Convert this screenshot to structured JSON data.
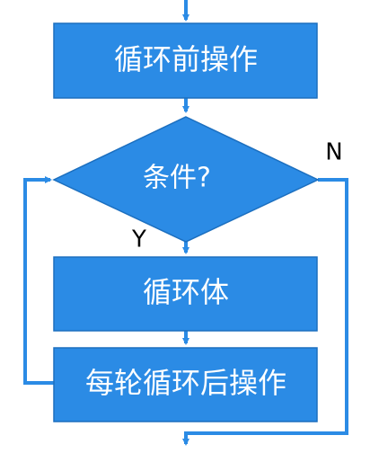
{
  "colors": {
    "node_fill": "#2b8be5",
    "node_border": "#1c6fbf",
    "edge": "#2b8be5",
    "label": "#000000"
  },
  "nodes": {
    "pre_loop": "循环前操作",
    "condition": "条件?",
    "loop_body": "循环体",
    "post_iteration": "每轮循环后操作"
  },
  "edge_labels": {
    "yes": "Y",
    "no": "N"
  }
}
